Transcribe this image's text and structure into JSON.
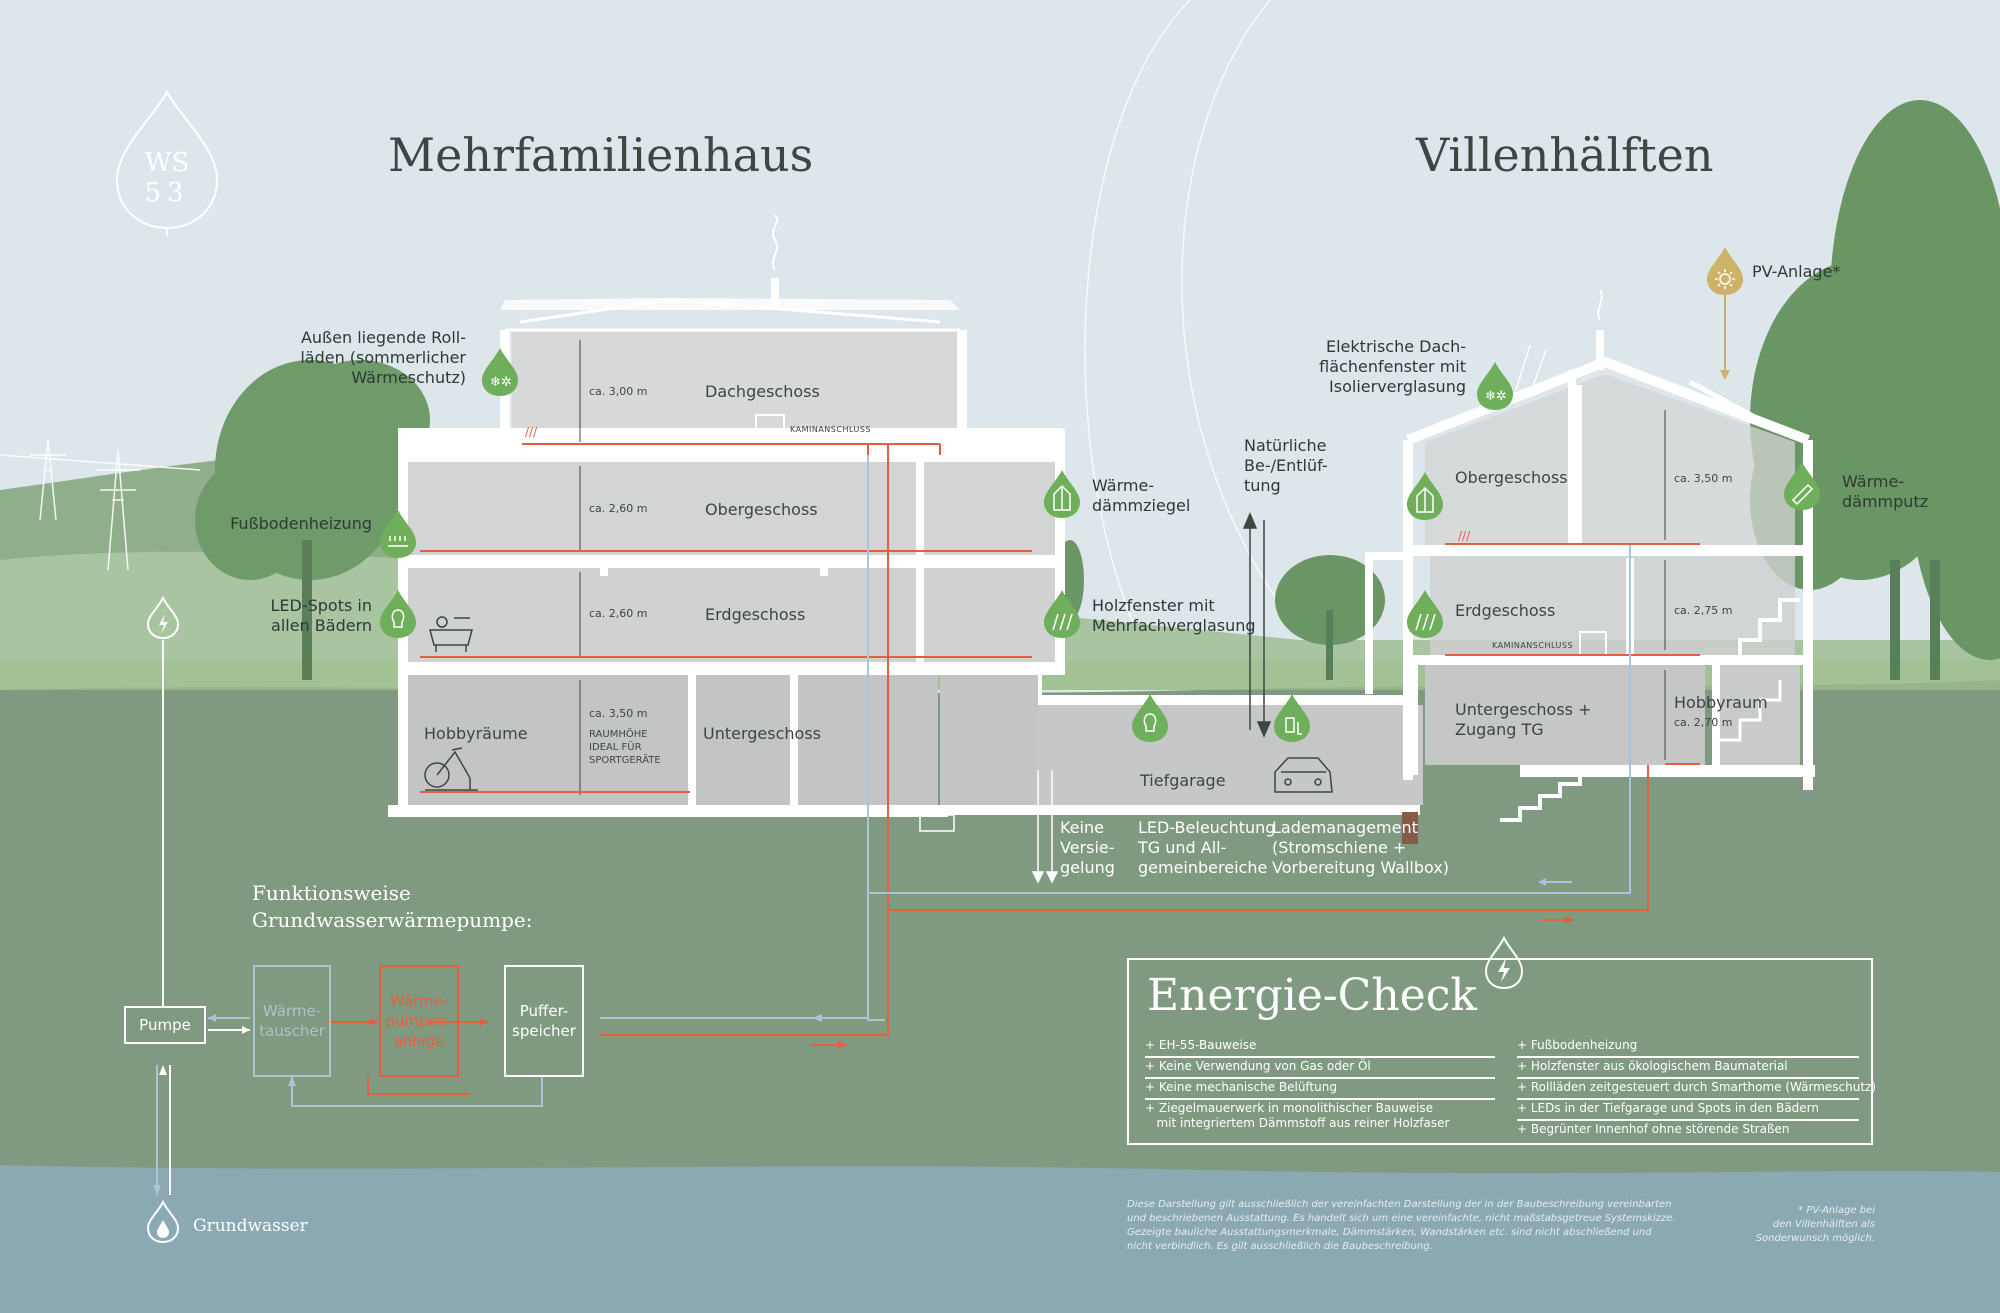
{
  "logo": {
    "line1": "WS",
    "line2": "53"
  },
  "titles": {
    "left": "Mehrfamilienhaus",
    "right": "Villenhälften"
  },
  "left_building": {
    "rooms": [
      "Dachgeschoss",
      "Obergeschoss",
      "Erdgeschoss",
      "Untergeschoss",
      "Hobbyräume"
    ],
    "heights": [
      "ca. 3,00 m",
      "ca. 2,60 m",
      "ca. 2,60 m",
      "ca. 3,50 m"
    ],
    "basement_note": [
      "RAUMHÖHE",
      "IDEAL FÜR",
      "SPORTGERÄTE"
    ],
    "chimney_label": "KAMINANSCHLUSS"
  },
  "right_building": {
    "rooms": [
      "Obergeschoss",
      "Erdgeschoss",
      "Untergeschoss +",
      "Zugang TG",
      "Hobbyraum"
    ],
    "heights": [
      "ca. 3,50 m",
      "ca. 2,75 m",
      "ca. 2,70 m"
    ],
    "chimney_label": "KAMINANSCHLUSS"
  },
  "garage": {
    "label": "Tiefgarage"
  },
  "features": {
    "rollladen": [
      "Außen liegende Roll-",
      "läden (sommerlicher",
      "Wärmeschutz)"
    ],
    "fussbodenheizung": "Fußbodenheizung",
    "led_spots": [
      "LED-Spots in",
      "allen Bädern"
    ],
    "waermedaemmziegel": [
      "Wärme-",
      "dämmziegel"
    ],
    "holzfenster": [
      "Holzfenster mit",
      "Mehrfachverglasung"
    ],
    "belueftung": [
      "Natürliche",
      "Be-/Entlüf-",
      "tung"
    ],
    "dachfenster": [
      "Elektrische Dach-",
      "flächenfenster mit",
      "Isolierverglasung"
    ],
    "pv_anlage": "PV-Anlage*",
    "waermedaemmputz": [
      "Wärme-",
      "dämmputz"
    ],
    "versiegelung": [
      "Keine",
      "Versie-",
      "gelung"
    ],
    "led_beleuchtung": [
      "LED-Beleuchtung",
      "TG und All-",
      "gemeinbereiche"
    ],
    "lademanagement": [
      "Lademanagement",
      "(Stromschiene +",
      "Vorbereitung Wallbox)"
    ]
  },
  "heatpump": {
    "heading": [
      "Funktionsweise",
      "Grundwasserwärmepumpe:"
    ],
    "pumpe": "Pumpe",
    "waermetauscher": [
      "Wärme-",
      "tauscher"
    ],
    "waermepumpe": [
      "Wärme-",
      "pumpen-",
      "anlage"
    ],
    "pufferspeicher": [
      "Puffer-",
      "speicher"
    ],
    "grundwasser": "Grundwasser"
  },
  "energie_check": {
    "title": "Energie-Check",
    "left": [
      "+ EH-55-Bauweise",
      "+ Keine Verwendung von Gas oder Öl",
      "+ Keine mechanische Belüftung",
      "+ Ziegelmauerwerk in monolithischer Bauweise\n   mit integriertem Dämmstoff aus reiner Holzfaser"
    ],
    "right": [
      "+ Fußbodenheizung",
      "+ Holzfenster aus ökologischem Baumaterial",
      "+ Rollläden zeitgesteuert durch Smarthome (Wärmeschutz)",
      "+ LEDs in der Tiefgarage und Spots in den Bädern",
      "+ Begrünter Innenhof ohne störende Straßen"
    ]
  },
  "disclaimer": "Diese Darstellung gilt ausschließlich der vereinfachten Darstellung der in der Baubeschreibung vereinbarten und beschriebenen Ausstattung. Es handelt sich um eine vereinfachte, nicht maßstabsgetreue Systemskizze. Gezeigte bauliche Ausstattungsmerkmale, Dämmstärken, Wandstärken etc. sind nicht abschließend und nicht verbindlich. Es gilt ausschließlich die Baubeschreibung.",
  "footnote": [
    "* PV-Anlage bei",
    "den Villenhälften als",
    "Sonderwunsch möglich."
  ],
  "colors": {
    "sky": "#dde6ea",
    "ground": "#7f9a80",
    "water": "#8ba9b3",
    "icon_green": "#6fae5a",
    "heat_red": "#e2603f",
    "return_blue": "#a8c4d6",
    "pv_gold": "#cdb36a"
  }
}
